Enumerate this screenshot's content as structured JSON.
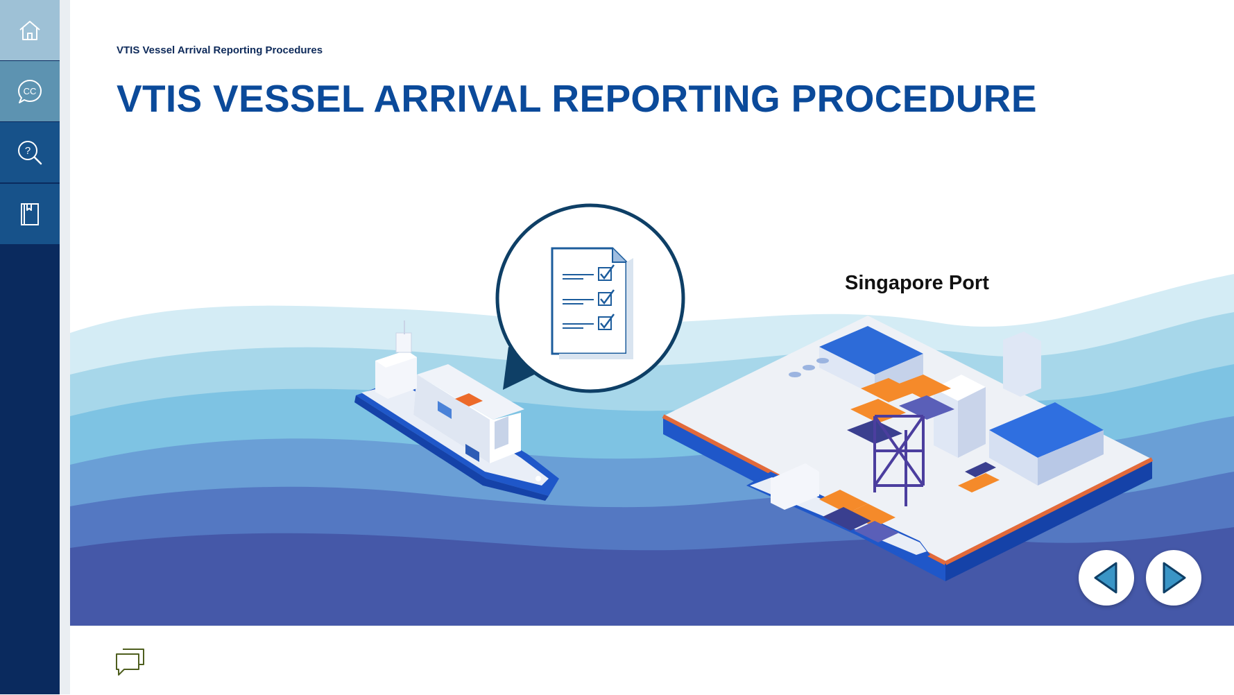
{
  "sidebar": {
    "buttons": [
      {
        "icon": "home-icon"
      },
      {
        "icon": "cc-icon",
        "label": "CC"
      },
      {
        "icon": "help-search-icon",
        "label": "?"
      },
      {
        "icon": "book-icon"
      }
    ]
  },
  "slide": {
    "breadcrumb": "VTIS Vessel Arrival Reporting Procedures",
    "title": "VTIS VESSEL ARRIVAL REPORTING PROCEDURE",
    "port_label": "Singapore Port"
  },
  "navigation": {
    "prev_icon": "chevron-left-icon",
    "next_icon": "chevron-right-icon"
  },
  "footer": {
    "chat_icon": "chat-icon"
  },
  "colors": {
    "title": "#0b4a9a",
    "rail": "#0a2a5e",
    "accent": "#17528a",
    "wave_light": "#cfe9f3",
    "wave_dark": "#3d4d9a"
  }
}
